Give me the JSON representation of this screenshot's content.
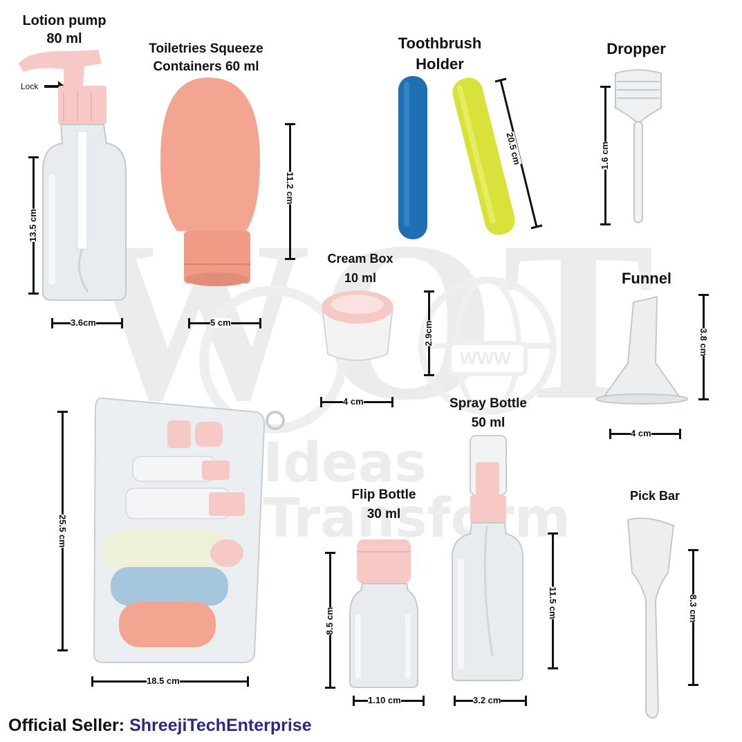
{
  "products": {
    "lotion_pump": {
      "title_line1": "Lotion pump",
      "title_line2": "80 ml",
      "lock_label": "Lock",
      "height": "13.5 cm",
      "width": "3.6cm"
    },
    "squeeze": {
      "title_line1": "Toiletries Squeeze",
      "title_line2": "Containers 60 ml",
      "height": "11.2 cm",
      "width": "5 cm"
    },
    "toothbrush": {
      "title_line1": "Toothbrush",
      "title_line2": "Holder",
      "length": "20.5 cm"
    },
    "dropper": {
      "title": "Dropper",
      "height": "1.6 cm"
    },
    "cream_box": {
      "title_line1": "Cream Box",
      "title_line2": "10 ml",
      "height": "2.9cm",
      "width": "4 cm"
    },
    "funnel": {
      "title": "Funnel",
      "height": "3.8 cm",
      "width": "4 cm"
    },
    "pouch": {
      "height": "25.5 cm",
      "width": "18.5 cm"
    },
    "spray": {
      "title_line1": "Spray Bottle",
      "title_line2": "50 ml",
      "height": "11.5 cm",
      "width": "3.2 cm"
    },
    "flip": {
      "title_line1": "Flip Bottle",
      "title_line2": "30 ml",
      "height": "8.5 cm",
      "width": "1.10 cm"
    },
    "pick_bar": {
      "title": "Pick Bar",
      "height": "8.3 cm"
    }
  },
  "watermark": {
    "brand": "WOT",
    "tagline": "Ideas Transform",
    "www": "WWW"
  },
  "footer": {
    "prefix": "Official Seller:",
    "seller": "ShreejiTechEnterprise"
  },
  "colors": {
    "pink": "#f6c9c6",
    "salmon": "#f4a592",
    "blue": "#1f6fb3",
    "yellow": "#d8e23a",
    "seller_text": "#2b2a82"
  }
}
